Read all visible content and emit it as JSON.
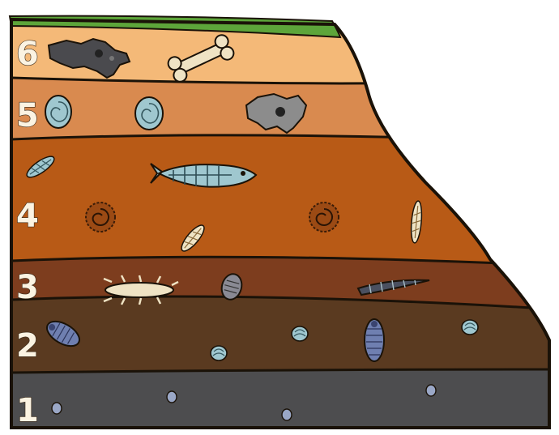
{
  "diagram": {
    "type": "rock-strata-fossil-cross-section",
    "colors": {
      "outline": "#1a1208",
      "grass": "#5da53a",
      "fossil_bone": "#efe3c4",
      "fossil_dark": "#4a4a4e",
      "fossil_blue": "#9fc7cf",
      "trilobite": "#6f7fb0"
    },
    "layers": [
      {
        "number": "6",
        "color": "#f4b978",
        "fossils": [
          "skull-fossil",
          "bone-fossil"
        ]
      },
      {
        "number": "5",
        "color": "#d98a4f",
        "fossils": [
          "ammonite-fossil",
          "ammonite-fossil",
          "skull-fossil"
        ]
      },
      {
        "number": "4",
        "color": "#b85a16",
        "fossils": [
          "fern-fossil",
          "fish-skeleton-fossil",
          "spiral-fossil",
          "fern-fossil",
          "spiral-fossil",
          "fern-fossil"
        ]
      },
      {
        "number": "3",
        "color": "#7d3d1e",
        "fossils": [
          "insect-fossil",
          "trilobite-fossil",
          "horn-shell-fossil"
        ]
      },
      {
        "number": "2",
        "color": "#5a3a20",
        "fossils": [
          "trilobite-fossil",
          "shell-fossil",
          "shell-fossil",
          "trilobite-fossil",
          "shell-fossil"
        ]
      },
      {
        "number": "1",
        "color": "#4d4d4f",
        "fossils": [
          "small-shell-fossil",
          "small-shell-fossil",
          "small-shell-fossil",
          "small-shell-fossil"
        ]
      }
    ]
  }
}
